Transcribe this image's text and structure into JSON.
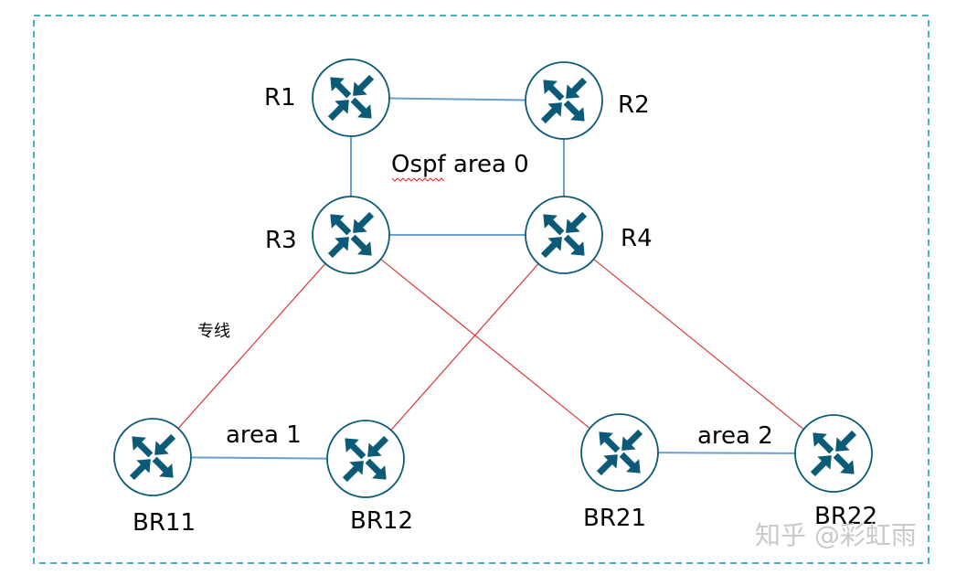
{
  "diagram": {
    "area0_label": "Ospf area 0",
    "area1_label": "area 1",
    "area2_label": "area 2",
    "leased_line_label": "专线",
    "watermark": "知乎 @彩虹雨",
    "colors": {
      "router_fill": "#ffffff",
      "router_stroke": "#0b5a78",
      "arrow": "#0b5a78",
      "ospf_link": "#6b9fd0",
      "wan_link": "#d83a3a",
      "border": "#3fb3c8",
      "spellcheck_underline": "#e0302a"
    },
    "routers": [
      {
        "id": "R1",
        "label": "R1",
        "icon": "router-icon"
      },
      {
        "id": "R2",
        "label": "R2",
        "icon": "router-icon"
      },
      {
        "id": "R3",
        "label": "R3",
        "icon": "router-icon"
      },
      {
        "id": "R4",
        "label": "R4",
        "icon": "router-icon"
      },
      {
        "id": "BR11",
        "label": "BR11",
        "icon": "router-icon"
      },
      {
        "id": "BR12",
        "label": "BR12",
        "icon": "router-icon"
      },
      {
        "id": "BR21",
        "label": "BR21",
        "icon": "router-icon"
      },
      {
        "id": "BR22",
        "label": "BR22",
        "icon": "router-icon"
      }
    ],
    "links": [
      {
        "from": "R1",
        "to": "R2",
        "type": "ospf"
      },
      {
        "from": "R1",
        "to": "R3",
        "type": "ospf"
      },
      {
        "from": "R2",
        "to": "R4",
        "type": "ospf"
      },
      {
        "from": "R3",
        "to": "R4",
        "type": "ospf"
      },
      {
        "from": "BR11",
        "to": "BR12",
        "type": "ospf"
      },
      {
        "from": "BR21",
        "to": "BR22",
        "type": "ospf"
      },
      {
        "from": "R3",
        "to": "BR11",
        "type": "wan"
      },
      {
        "from": "R3",
        "to": "BR21",
        "type": "wan"
      },
      {
        "from": "R4",
        "to": "BR12",
        "type": "wan"
      },
      {
        "from": "R4",
        "to": "BR22",
        "type": "wan"
      }
    ]
  }
}
